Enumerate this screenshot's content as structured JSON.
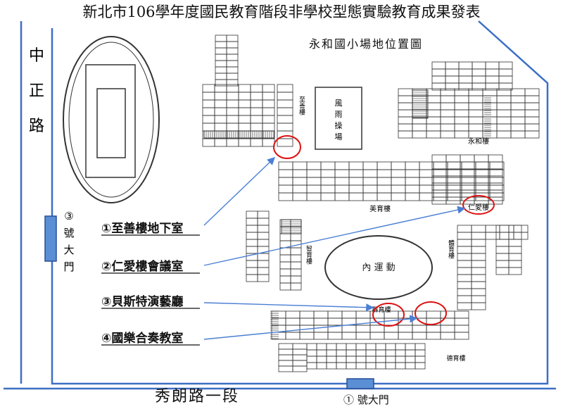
{
  "header": {
    "title": "新北市106學年度國民教育階段非學校型態實驗教育成果發表",
    "subtitle": "永和國小場地位置圖"
  },
  "roads": {
    "west_chars": [
      "中",
      "正",
      "路"
    ],
    "south": "秀朗路一段"
  },
  "gates": {
    "west_number": "③",
    "west_chars": [
      "號",
      "大",
      "門"
    ],
    "south": "① 號大門"
  },
  "buildings": {
    "wind_rain_court_chars": [
      "風",
      "雨",
      "操",
      "場"
    ],
    "inner_field": "內 運 動",
    "yonghe": "永和樓",
    "zhishan": "至善樓",
    "meiyu": "美育樓",
    "renai": "仁愛樓",
    "qunyu": "群育樓",
    "zhiyu": "智育樓",
    "deyu": "德育樓",
    "tiyu": "體育樓"
  },
  "legend": [
    {
      "label": "①至善樓地下室"
    },
    {
      "label": "②仁愛樓會議室"
    },
    {
      "label": "③貝斯特演藝廳"
    },
    {
      "label": "④國樂合奏教室"
    }
  ],
  "colors": {
    "border": "#3d6fc4",
    "line": "#333333",
    "arrow": "#4a7fd4",
    "circle": "#dd1111",
    "gate": "#5a8fd6"
  }
}
